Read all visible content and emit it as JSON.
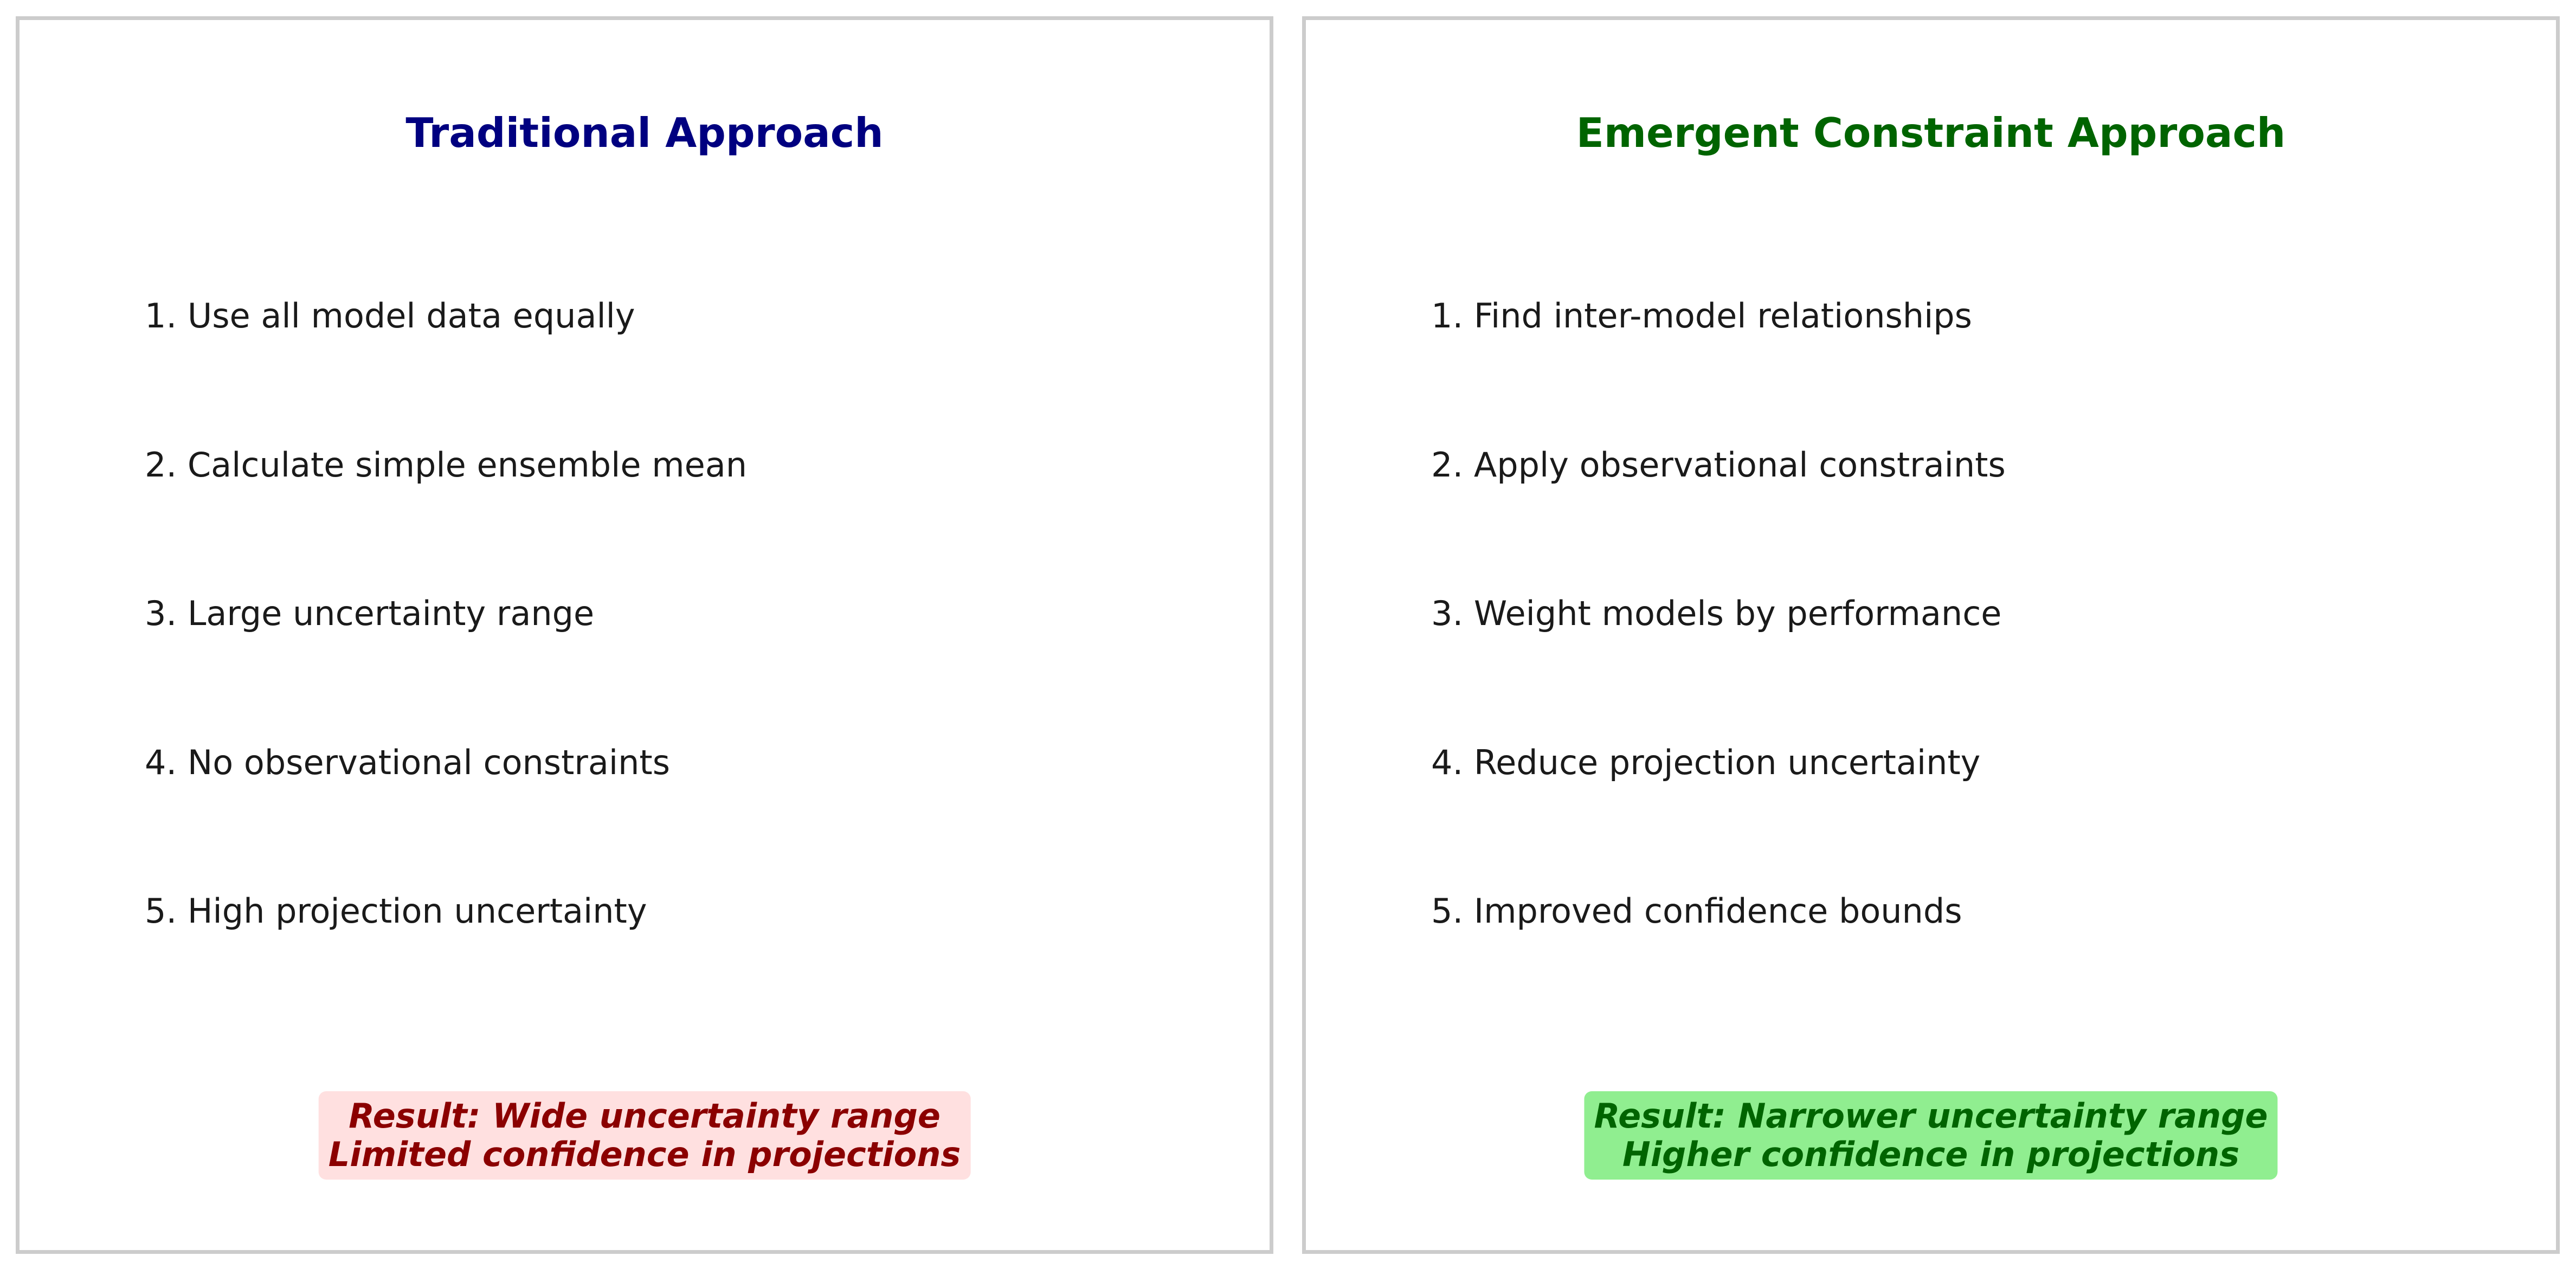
{
  "colors": {
    "left_title": "#000080",
    "right_title": "#006400",
    "left_result_text": "#8b0000",
    "left_result_bg": "#ffe0e0",
    "right_result_text": "#006400",
    "right_result_bg": "#90ee90",
    "panel_border": "#cccccc"
  },
  "left_panel": {
    "title": "Traditional Approach",
    "steps": [
      "1. Use all model data equally",
      "2. Calculate simple ensemble mean",
      "3. Large uncertainty range",
      "4. No observational constraints",
      "5. High projection uncertainty"
    ],
    "result": {
      "line1": "Result: Wide uncertainty range",
      "line2": "Limited confidence in projections"
    }
  },
  "right_panel": {
    "title": "Emergent Constraint Approach",
    "steps": [
      "1. Find inter-model relationships",
      "2. Apply observational constraints",
      "3. Weight models by performance",
      "4. Reduce projection uncertainty",
      "5. Improved confidence bounds"
    ],
    "result": {
      "line1": "Result: Narrower uncertainty range",
      "line2": "Higher confidence in projections"
    }
  }
}
